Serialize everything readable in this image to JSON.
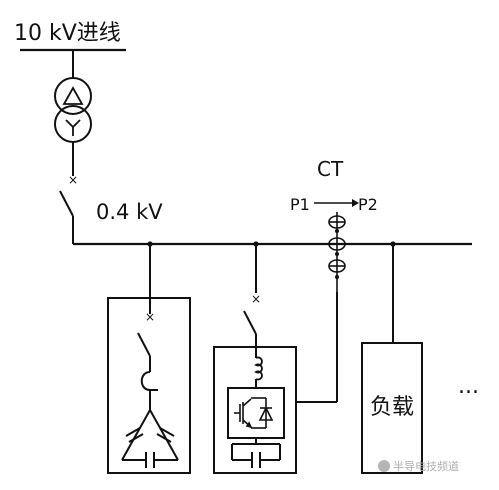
{
  "labels": {
    "incoming_line": "10 kV进线",
    "low_voltage": "0.4 kV",
    "ct": "CT",
    "p1": "P1",
    "p2": "P2",
    "load": "负载",
    "more": "...",
    "watermark": "半导电技频道"
  },
  "colors": {
    "line": "#111111",
    "background": "#ffffff"
  }
}
